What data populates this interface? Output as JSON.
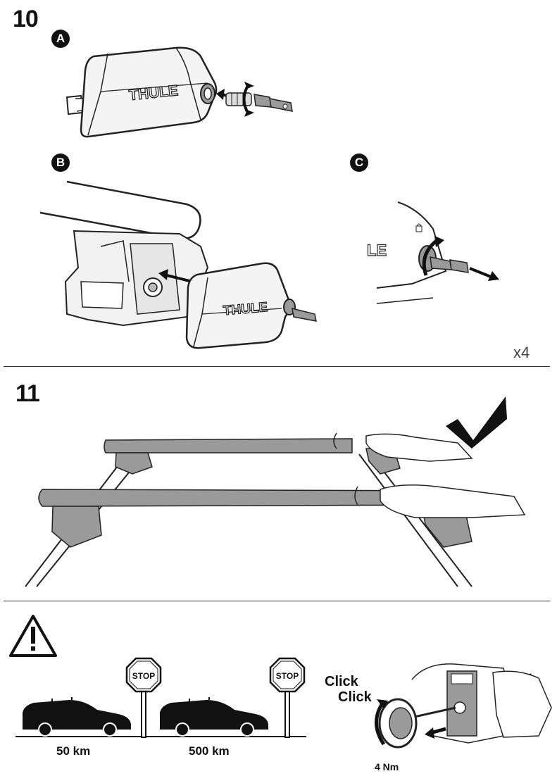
{
  "step10": {
    "number": "10",
    "badges": {
      "a": "A",
      "b": "B",
      "c": "C"
    },
    "brand_a": "THULE",
    "brand_b": "THULE",
    "brand_c": "LE",
    "multiplier": "x4"
  },
  "step11": {
    "number": "11"
  },
  "warning": {
    "stop_label_1": "STOP",
    "stop_label_2": "STOP",
    "distance_1": "50 km",
    "distance_2": "500 km",
    "click_1": "Click",
    "click_2": "Click",
    "torque": "4 Nm"
  },
  "icons": [
    "lock-cylinder-icon",
    "key-icon",
    "check-mark-icon",
    "warning-triangle-icon",
    "stop-sign-icon",
    "car-silhouette-icon",
    "rotate-arrow-icon"
  ],
  "colors": {
    "ink": "#111111",
    "bar_gray": "#9a9a9a",
    "light_gray": "#d8d8d8",
    "divider": "#333333"
  }
}
